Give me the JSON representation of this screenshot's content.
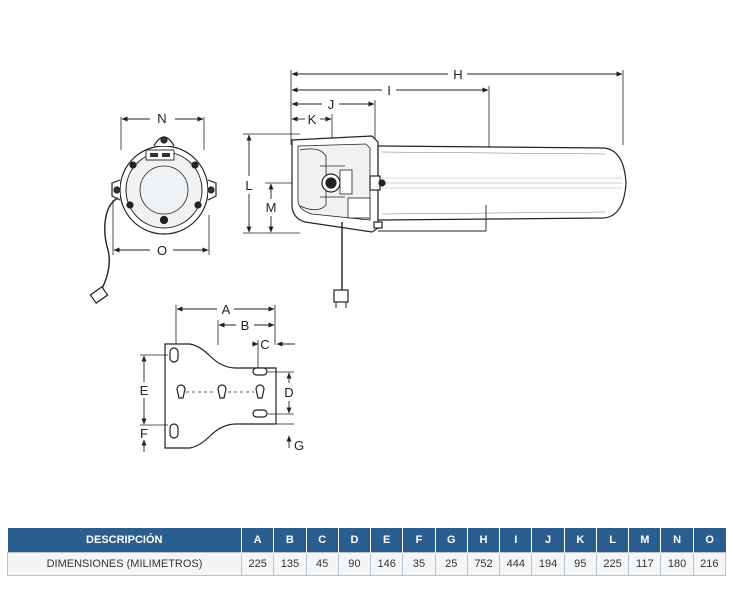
{
  "labels": {
    "H": "H",
    "I": "I",
    "J": "J",
    "K": "K",
    "L": "L",
    "M": "M",
    "N": "N",
    "O": "O",
    "A": "A",
    "B": "B",
    "C": "C",
    "D": "D",
    "E": "E",
    "F": "F",
    "G": "G"
  },
  "table": {
    "header_label": "DESCRIPCIÓN",
    "row_label": "DIMENSIONES (MILIMETROS)",
    "columns": [
      "A",
      "B",
      "C",
      "D",
      "E",
      "F",
      "G",
      "H",
      "I",
      "J",
      "K",
      "L",
      "M",
      "N",
      "O"
    ],
    "values": [
      "225",
      "135",
      "45",
      "90",
      "146",
      "35",
      "25",
      "752",
      "444",
      "194",
      "95",
      "225",
      "117",
      "180",
      "216"
    ]
  }
}
